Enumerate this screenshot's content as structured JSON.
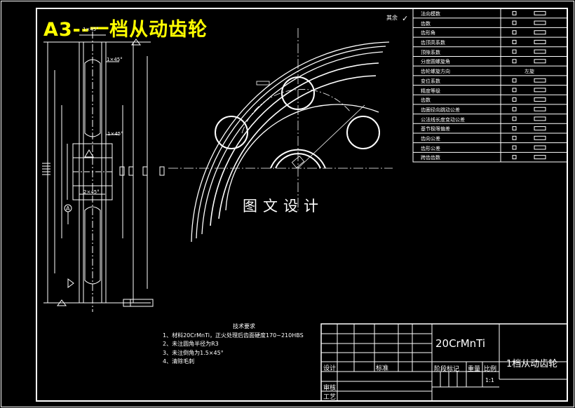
{
  "drawing": {
    "title": "A3--一档从动齿轮",
    "watermark": "图文设计",
    "surface_finish_note": "其余",
    "chamfer_labels": [
      "1×45°",
      "1×45°",
      "1×45°",
      "2×45°"
    ],
    "datum_label": "A"
  },
  "parameters_table": {
    "rows": [
      "法向模数",
      "齿数",
      "齿形角",
      "齿顶高系数",
      "顶隙系数",
      "分度圆螺旋角",
      "齿轮螺旋方向",
      "变位系数",
      "精度等级",
      "齿数",
      "齿圈径向跳动公差",
      "公法线长度变动公差",
      "基节极限偏差",
      "齿向公差",
      "齿形公差",
      "跨齿齿数"
    ],
    "helix_direction_value": "左旋"
  },
  "technical_requirements": {
    "heading": "技术要求",
    "items": [
      "1、材料20CrMnTi，正火处理后齿面硬度170~210HBS",
      "2、未注圆角半径为R3",
      "3、未注倒角为1.5×45°",
      "4、清除毛刺"
    ]
  },
  "title_block": {
    "material": "20CrMnTi",
    "part_name": "1档从动齿轮",
    "labels": {
      "design": "设计",
      "standardize": "标准",
      "stage_mark": "阶段标记",
      "weight": "重量",
      "scale": "比例",
      "review": "审核",
      "process": "工艺"
    },
    "scale_value": "1:1"
  }
}
